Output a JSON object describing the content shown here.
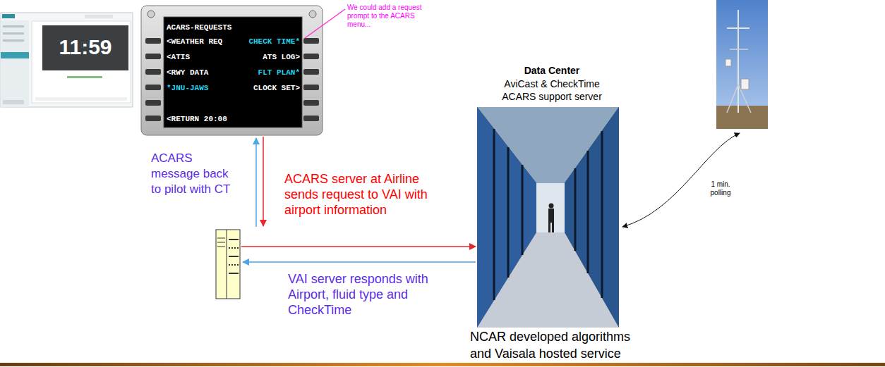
{
  "diagram": {
    "nodes": [
      {
        "text": [
          "ACARS-REQUESTS",
          "<WEATHER REQ",
          "CHECK TIME*",
          "<ATIS",
          "ATS LOG>",
          "<RWY DATA",
          "FLT PLAN*",
          "*JNU-JAWS",
          "CLOCK SET>",
          "<RETURN 20:08"
        ]
      },
      {
        "text": [
          "Data Center",
          "AviCast & CheckTime ACARS support server",
          "NCAR developed algorithms and Vaisala hosted service"
        ]
      }
    ],
    "labels": [
      "11:59",
      "We could add a request prompt to the ACARS menu...",
      "ACARS message back to pilot with CT",
      "ACARS server at Airline sends request to VAI with airport information",
      "VAI server responds with Airport, fluid type and CheckTime",
      "1 min. polling"
    ]
  }
}
